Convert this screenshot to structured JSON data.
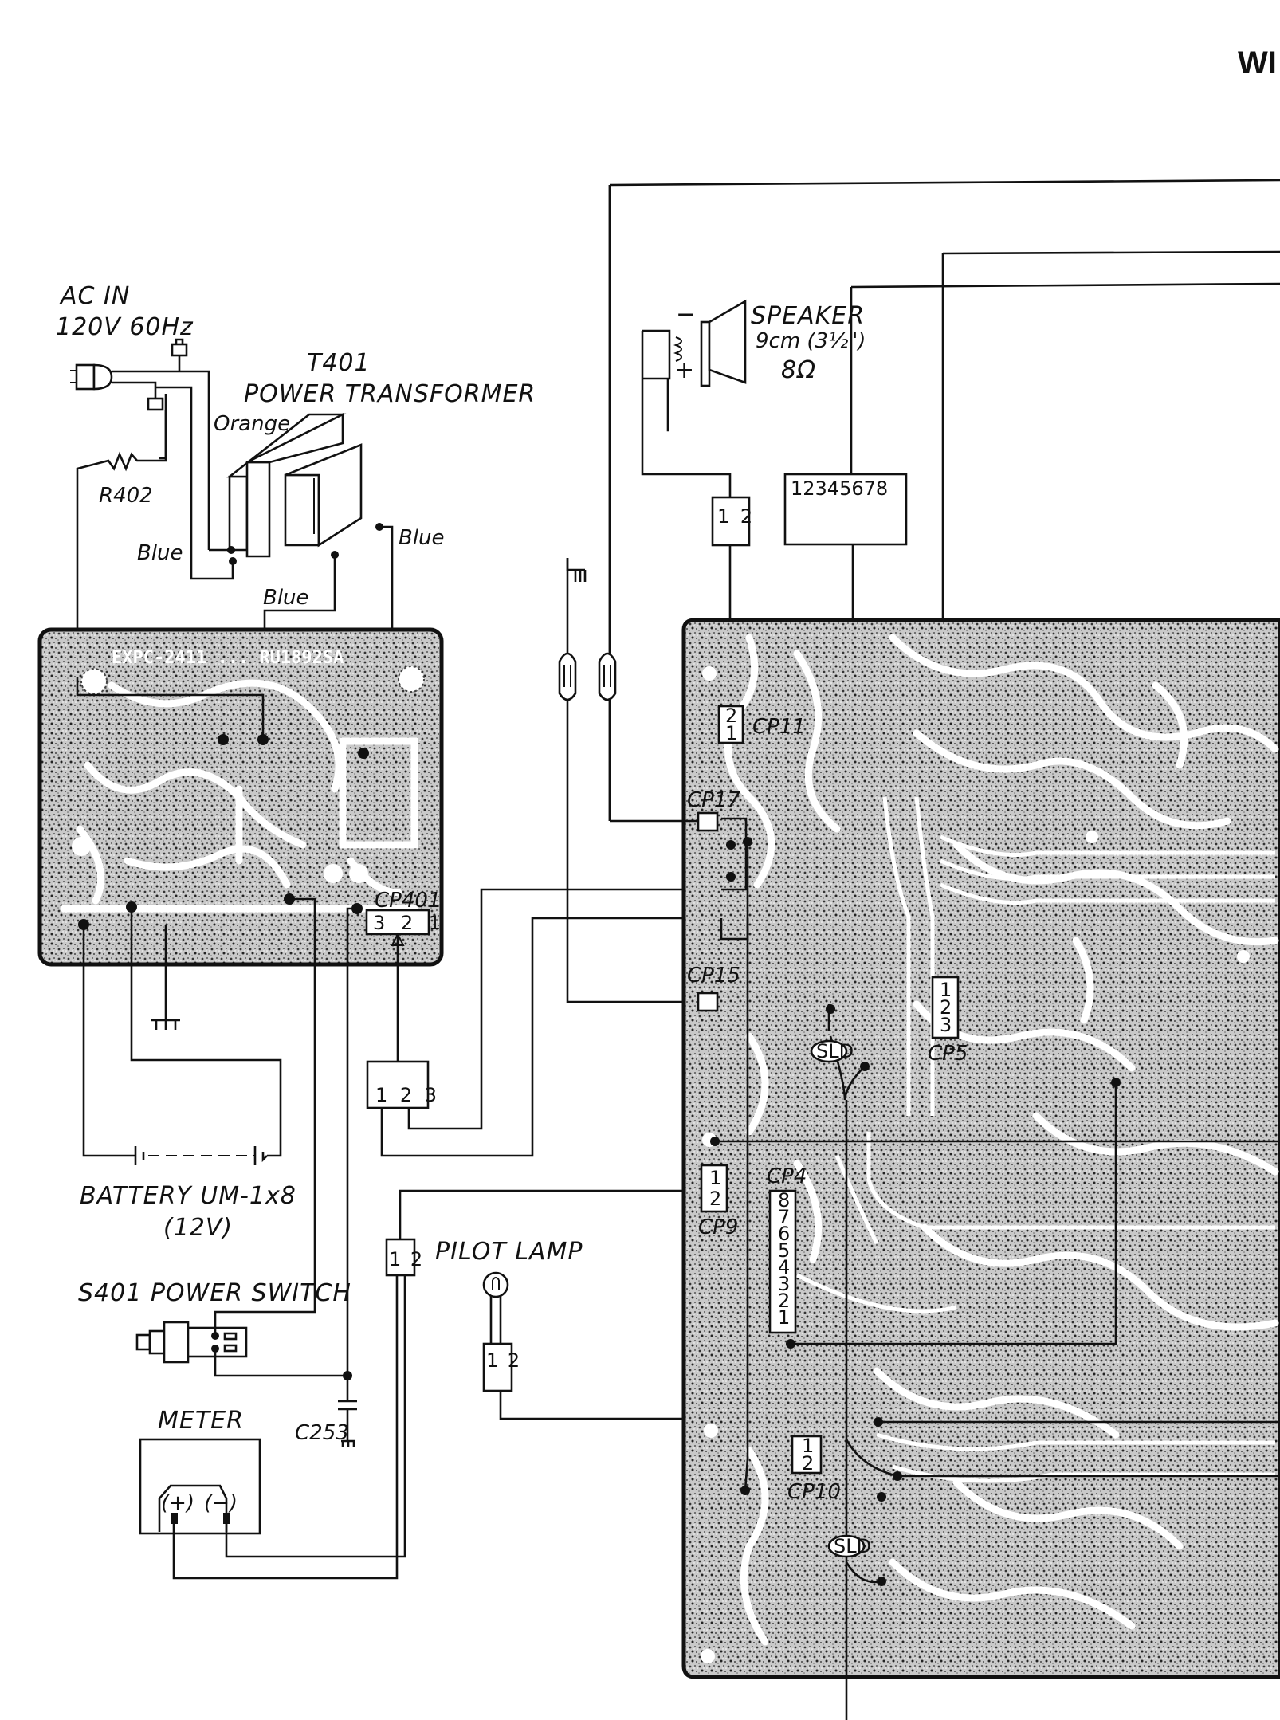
{
  "page": {
    "title_fragment": "WI"
  },
  "ac_input": {
    "label": "AC IN",
    "spec": "120V 60Hz"
  },
  "transformer": {
    "ref": "T401",
    "name": "POWER TRANSFORMER",
    "wires": [
      "Orange",
      "Blue",
      "Blue",
      "Blue"
    ]
  },
  "resistor": {
    "ref": "R402"
  },
  "power_board": {
    "silkscreen": "EXPC-2411 ... RU1892SA"
  },
  "connectors": {
    "cp401": {
      "ref": "CP401",
      "pins": "3 2 1"
    },
    "plug_123": {
      "pins": "1 2 3"
    },
    "speaker_plug": {
      "pins": "1 2"
    },
    "harness_8": {
      "pins": "12345678"
    },
    "pilot_plug": {
      "pins": "1 2"
    },
    "meter_plug": {
      "pins": "1 2"
    },
    "cp11": {
      "ref": "CP11",
      "pins": [
        "2",
        "1"
      ]
    },
    "cp17": {
      "ref": "CP17"
    },
    "cp15": {
      "ref": "CP15"
    },
    "cp5": {
      "ref": "CP5",
      "pins": [
        "1",
        "2",
        "3"
      ]
    },
    "cp9": {
      "ref": "CP9",
      "pins": [
        "1",
        "2"
      ]
    },
    "cp4": {
      "ref": "CP4",
      "pins": [
        "8",
        "7",
        "6",
        "5",
        "4",
        "3",
        "2",
        "1"
      ]
    },
    "cp10": {
      "ref": "CP10",
      "pins": [
        "1",
        "2"
      ]
    }
  },
  "shield_labels": [
    "SLD",
    "SLD"
  ],
  "speaker": {
    "label": "SPEAKER",
    "size": "9cm (3½\")",
    "impedance": "8Ω",
    "minus": "−",
    "plus": "+"
  },
  "battery": {
    "label": "BATTERY UM-1x8",
    "voltage": "(12V)"
  },
  "power_switch": {
    "label": "S401 POWER SWITCH"
  },
  "pilot_lamp": {
    "label": "PILOT LAMP"
  },
  "meter": {
    "label": "METER",
    "plus": "(+)",
    "minus": "(−)"
  },
  "capacitor": {
    "ref": "C253"
  },
  "icons": [
    "ac-plug-icon",
    "ground-icon",
    "speaker-icon",
    "lamp-icon",
    "switch-icon",
    "capacitor-icon",
    "resistor-icon",
    "battery-icon",
    "transformer-icon",
    "shielded-jack-icon"
  ]
}
